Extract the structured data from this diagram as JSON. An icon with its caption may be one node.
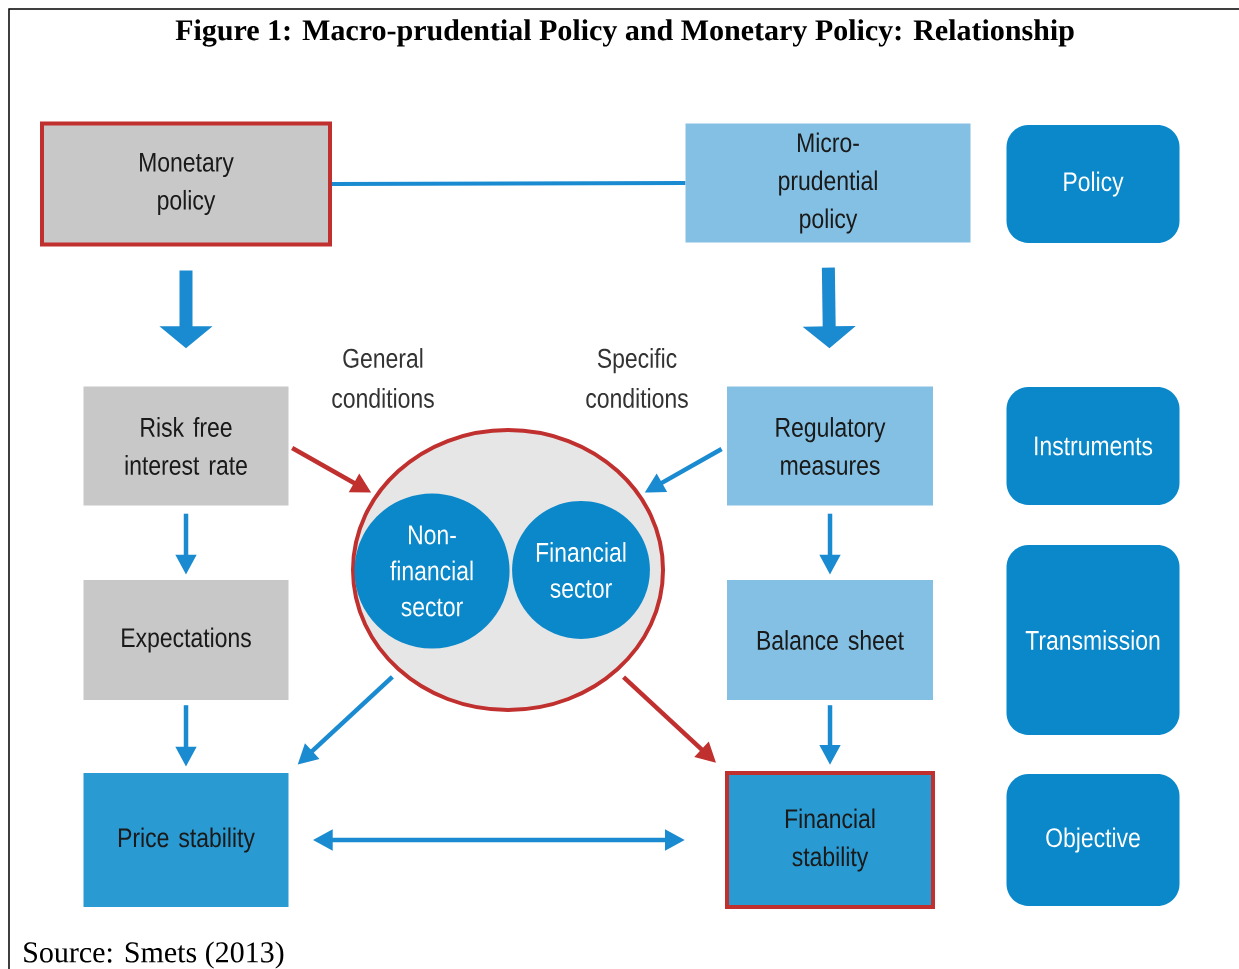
{
  "diagram": {
    "title": "Figure 1:  Macro-prudential Policy and Monetary Policy: Relationship",
    "caption": "Source: Smets (2013)",
    "nodes": [
      {
        "text": [
          "Monetary policy"
        ]
      },
      {
        "text": [
          "Micro-prudential policy"
        ]
      },
      {
        "text": [
          "Policy"
        ]
      },
      {
        "text": [
          "Risk free interest rate"
        ]
      },
      {
        "text": [
          "Regulatory measures"
        ]
      },
      {
        "text": [
          "Instruments"
        ]
      },
      {
        "text": [],
        "shape": "ellipse"
      },
      {
        "text": [
          "Non-financial sector"
        ],
        "in": 6
      },
      {
        "text": [
          "Financial sector"
        ],
        "in": 6
      },
      {
        "text": [
          "Expectations"
        ]
      },
      {
        "text": [
          "Balance sheet"
        ]
      },
      {
        "text": [
          "Transmission"
        ]
      },
      {
        "text": [
          "Price stability"
        ]
      },
      {
        "text": [
          "Financial stability"
        ]
      },
      {
        "text": [
          "Objective"
        ]
      }
    ],
    "edges": [
      {
        "from": 0,
        "to": 1,
        "arrow": "none"
      },
      {
        "from": 0,
        "to": 3,
        "arrow": "to",
        "style": "thick"
      },
      {
        "from": 1,
        "to": 4,
        "arrow": "to",
        "style": "thick"
      },
      {
        "from": 3,
        "to": 6,
        "arrow": "to",
        "color": "#c0302e",
        "label": "General conditions"
      },
      {
        "from": 4,
        "to": 6,
        "arrow": "to",
        "label": "Specific conditions"
      },
      {
        "from": 3,
        "to": 9,
        "arrow": "to"
      },
      {
        "from": 4,
        "to": 10,
        "arrow": "to"
      },
      {
        "from": 9,
        "to": 12,
        "arrow": "to"
      },
      {
        "from": 10,
        "to": 13,
        "arrow": "to"
      },
      {
        "from": 6,
        "to": 12,
        "arrow": "to"
      },
      {
        "from": 6,
        "to": 13,
        "arrow": "to",
        "color": "#c0302e"
      },
      {
        "from": 12,
        "to": 13,
        "arrow": "both"
      }
    ]
  }
}
